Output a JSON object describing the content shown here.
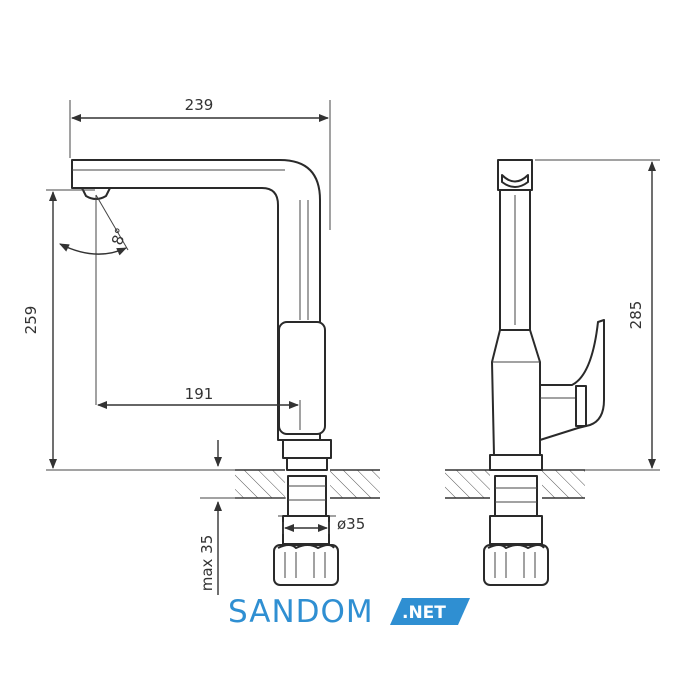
{
  "dimensions": {
    "total_width": "239",
    "spout_height": "259",
    "spout_reach": "191",
    "total_height": "285",
    "pipe_diameter": "ø35",
    "max_thickness": "max 35",
    "swivel_angle": "8°"
  },
  "logo": {
    "brand": "SANDOM",
    "suffix": ".NET",
    "color": "#2f8fd2"
  }
}
